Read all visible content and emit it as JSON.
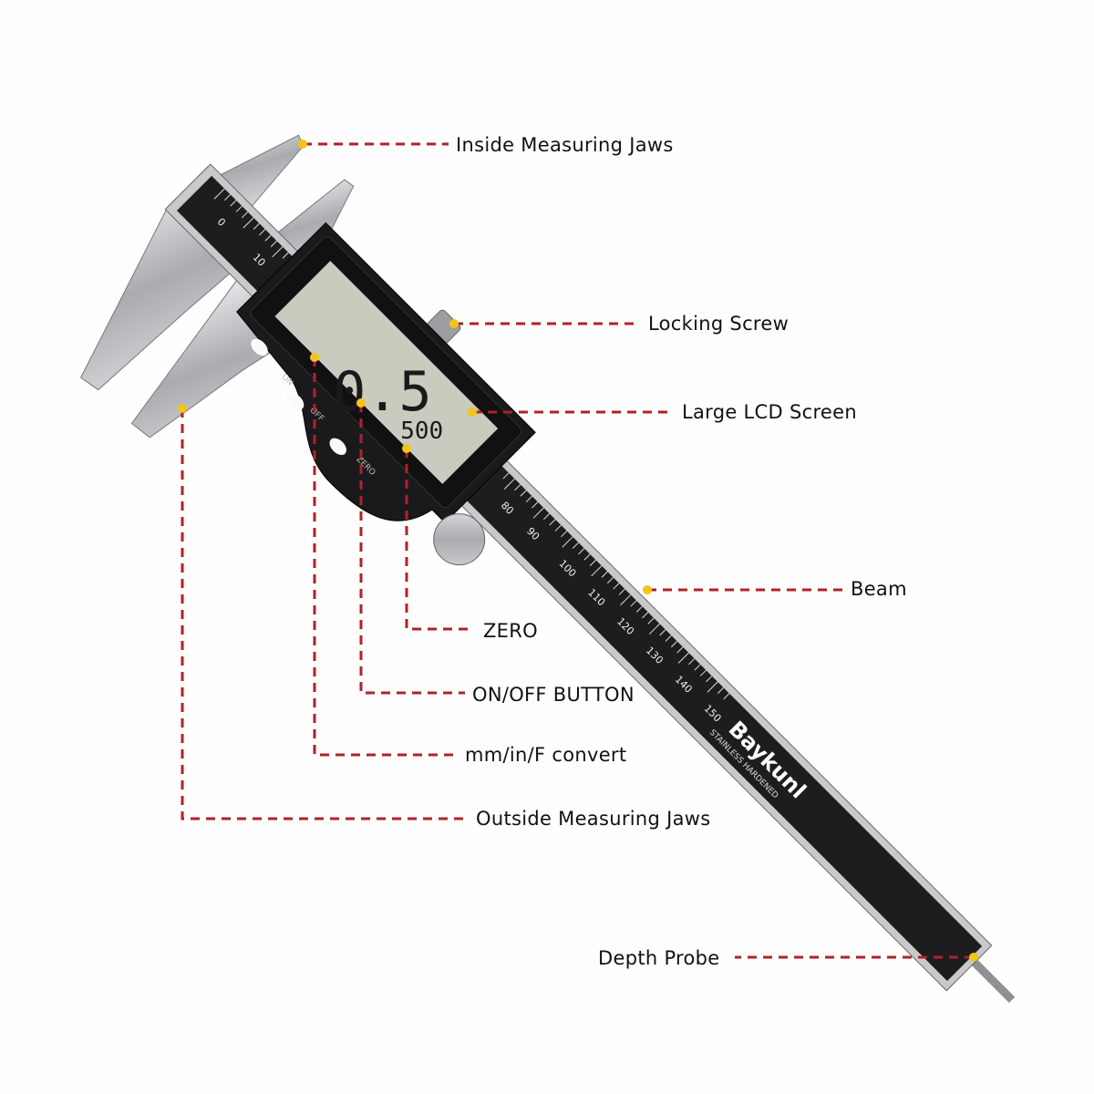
{
  "colors": {
    "leader": "#b3202a",
    "dot": "#f4c31c",
    "body": "#1b1b1d",
    "steel": "#b9bbbe",
    "lcd": "#c9cbbf"
  },
  "caliper": {
    "brand": "Baykunl",
    "brand_sub": "STAINLESS HARDENED",
    "lcd_main": "0.5",
    "lcd_sub": "500",
    "buttons": [
      "ON",
      "OFF",
      "ZERO"
    ],
    "ruler_labels": [
      "0",
      "10",
      "80",
      "90",
      "100",
      "110",
      "120",
      "130",
      "140",
      "150"
    ],
    "unit": "mm"
  },
  "callouts": [
    {
      "name": "inside-measuring-jaws",
      "label": "Inside Measuring Jaws"
    },
    {
      "name": "locking-screw",
      "label": "Locking Screw"
    },
    {
      "name": "large-lcd-screen",
      "label": "Large LCD Screen"
    },
    {
      "name": "beam",
      "label": "Beam"
    },
    {
      "name": "zero-button",
      "label": "ZERO"
    },
    {
      "name": "on-off-button",
      "label": "ON/OFF BUTTON"
    },
    {
      "name": "unit-convert-button",
      "label": "mm/in/F convert"
    },
    {
      "name": "outside-measuring-jaws",
      "label": "Outside Measuring Jaws"
    },
    {
      "name": "depth-probe",
      "label": "Depth Probe"
    }
  ]
}
